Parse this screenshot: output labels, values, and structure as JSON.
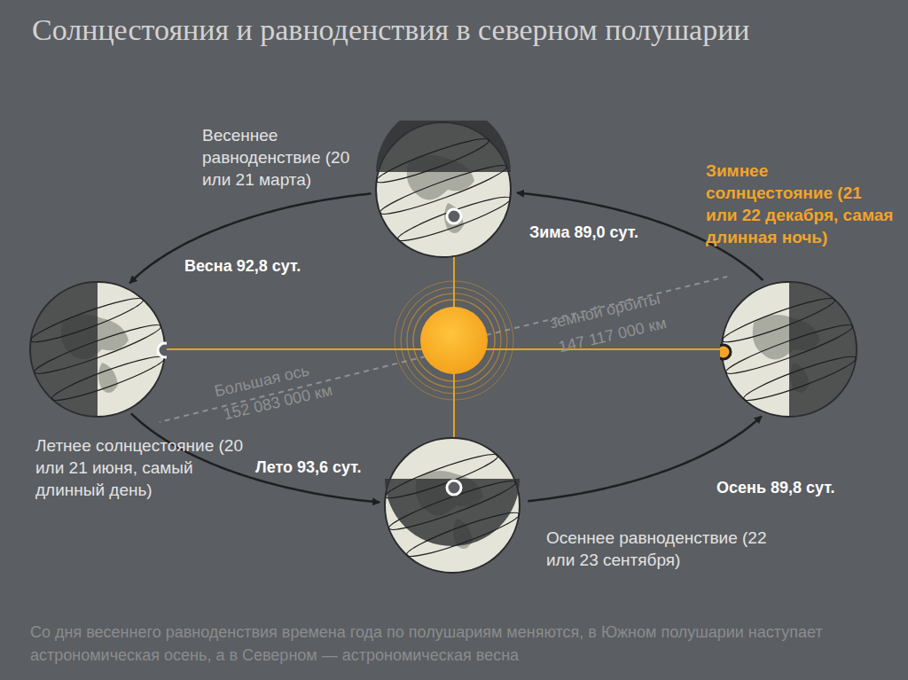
{
  "diagram": {
    "title": "Солнцестояния и равноденствия в северном полушарии",
    "caption": "Со дня весеннего равноденствия времена года по полушариям меняются, в Южном полушарии наступает астрономическая осень, а в Северном — астрономическая весна",
    "nodes": [
      {
        "text": [
          "Весеннее равноденствие (20 или 21 марта)"
        ]
      },
      {
        "text": [
          "Зимнее солнцестояние (21 или 22 декабря, самая длинная ночь)"
        ]
      },
      {
        "text": [
          "Летнее солнцестояние (20 или 21 июня, самый длинный день)"
        ]
      },
      {
        "text": [
          "Осеннее равноденствие (22 или 23 сентября)"
        ]
      }
    ],
    "edges": [
      {
        "from": 0,
        "to": 2,
        "arrow": "to",
        "label": "Весна 92,8 сут."
      },
      {
        "from": 2,
        "to": 3,
        "arrow": "to",
        "label": "Лето 93,6 сут."
      },
      {
        "from": 3,
        "to": 1,
        "arrow": "to",
        "label": "Осень 89,8 сут."
      },
      {
        "from": 1,
        "to": 0,
        "arrow": "to",
        "label": "Зима 89,0 сут."
      }
    ],
    "labels": [
      "Большая ось",
      "152 083 000 км",
      "земной орбиты",
      "147 117 000 км"
    ]
  }
}
